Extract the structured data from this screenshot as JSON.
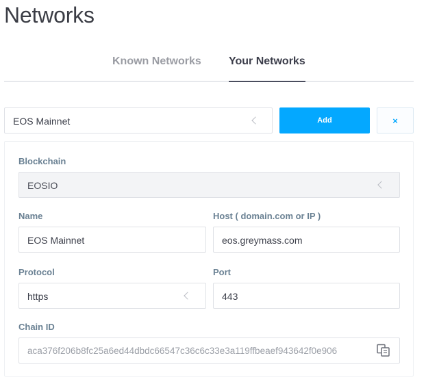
{
  "page": {
    "title": "Networks"
  },
  "tabs": [
    {
      "label": "Known Networks",
      "active": false
    },
    {
      "label": "Your Networks",
      "active": true
    }
  ],
  "network_select": {
    "value": "EOS Mainnet"
  },
  "actions": {
    "add_label": "Add",
    "close_label": "×"
  },
  "form": {
    "blockchain": {
      "label": "Blockchain",
      "value": "EOSIO"
    },
    "name": {
      "label": "Name",
      "value": "EOS Mainnet"
    },
    "host": {
      "label": "Host ( domain.com or IP )",
      "value": "eos.greymass.com"
    },
    "protocol": {
      "label": "Protocol",
      "value": "https"
    },
    "port": {
      "label": "Port",
      "value": "443"
    },
    "chain_id": {
      "label": "Chain ID",
      "value": "aca376f206b8fc25a6ed44dbdc66547c36c6c33e3a119ffbeaef943642f0e906"
    }
  },
  "colors": {
    "accent": "#04a8ff",
    "label": "#6a8193",
    "text": "#3c3f4a"
  },
  "icons": {
    "select_chevron": "chevron-left-icon",
    "copy": "copy-icon"
  }
}
